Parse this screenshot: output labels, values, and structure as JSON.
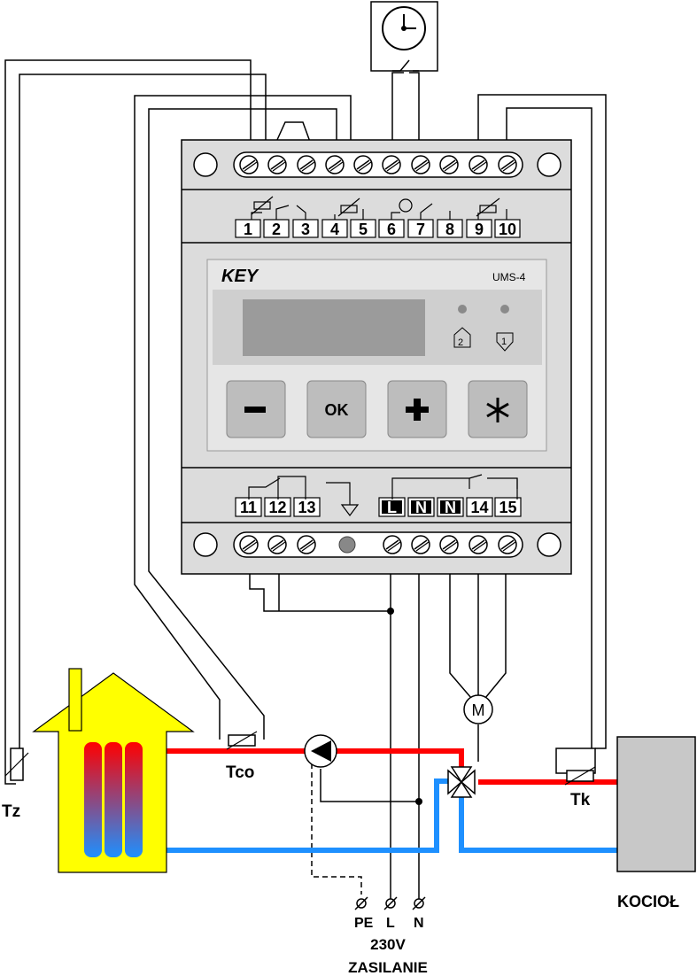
{
  "device": {
    "brand": "KEY",
    "model": "UMS-4",
    "buttons": {
      "minus": "−",
      "ok": "OK",
      "plus": "+",
      "star": "✱"
    },
    "leds": {
      "left_symbol": "2",
      "right_symbol": "1"
    },
    "top_terminals": [
      "1",
      "2",
      "3",
      "4",
      "5",
      "6",
      "7",
      "8",
      "9",
      "10"
    ],
    "bottom_terminals": [
      "11",
      "12",
      "13",
      "L",
      "N",
      "N",
      "14",
      "15"
    ]
  },
  "labels": {
    "tz": "Tz",
    "tco": "Tco",
    "tk": "Tk",
    "boiler": "KOCIOŁ",
    "motor": "M",
    "supply_pe": "PE",
    "supply_l": "L",
    "supply_n": "N",
    "voltage": "230V",
    "supply": "ZASILANIE"
  },
  "colors": {
    "hot_pipe": "#ff0000",
    "cold_pipe": "#1e90ff",
    "house": "#ffff00",
    "device_body": "#dcdcdc",
    "boiler": "#c8c8c8"
  }
}
